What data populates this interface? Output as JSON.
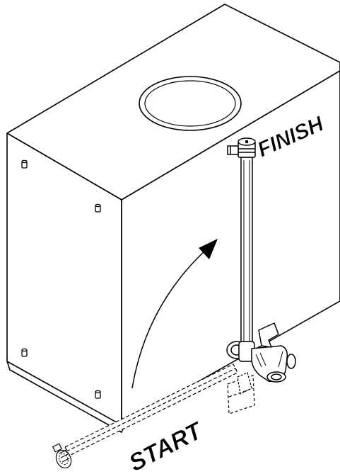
{
  "diagram": {
    "labels": {
      "finish": "FINISH",
      "start": "START"
    },
    "colors": {
      "line": "#000000",
      "background": "#ffffff"
    },
    "parts": [
      "tank-body",
      "fill-opening-lid",
      "side-panel-screws",
      "sight-gauge-tube",
      "dispensing-faucet",
      "faucet-bracket",
      "rotation-arrow"
    ]
  }
}
